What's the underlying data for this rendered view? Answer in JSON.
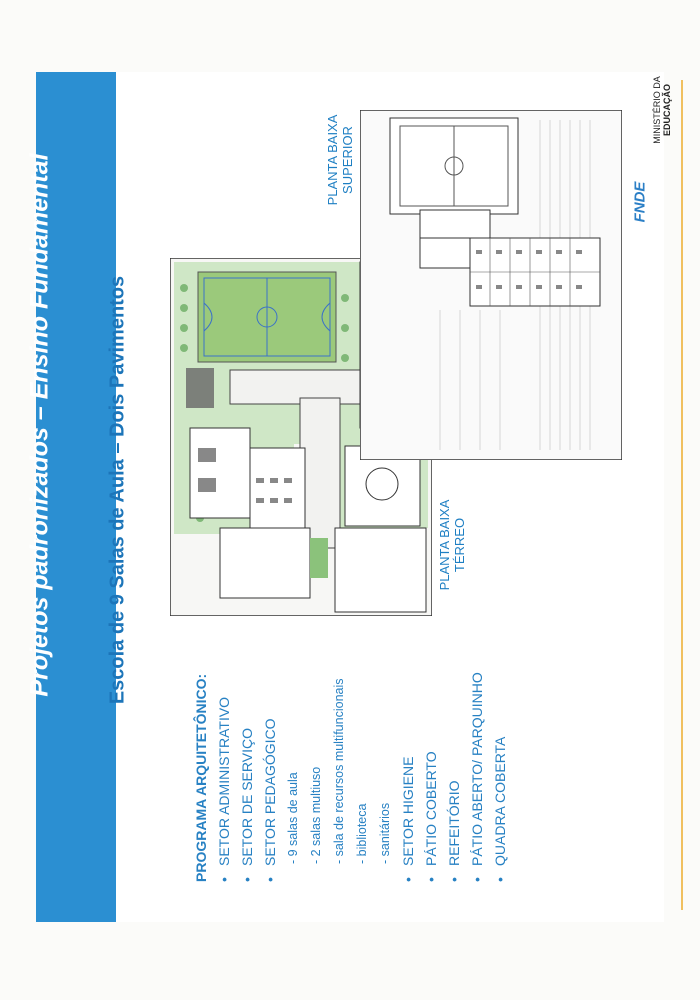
{
  "header": {
    "title": "Projetos padronizados – Ensino Fundamental"
  },
  "subtitle": "Escola de 9 Salas de Aula – Dois Pavimentos",
  "program": {
    "heading": "PROGRAMA  ARQUITETÔNICO:",
    "items": [
      {
        "label": "SETOR ADMINISTRATIVO",
        "level": 1
      },
      {
        "label": "SETOR DE SERVIÇO",
        "level": 1
      },
      {
        "label": "SETOR PEDAGÓGICO",
        "level": 1
      },
      {
        "label": "- 9 salas de aula",
        "level": 2
      },
      {
        "label": "- 2 salas multiuso",
        "level": 2
      },
      {
        "label": "- sala de recursos multifuncionais",
        "level": 2
      },
      {
        "label": "- biblioteca",
        "level": 2
      },
      {
        "label": "- sanitários",
        "level": 2
      },
      {
        "label": "SETOR HIGIENE",
        "level": 1
      },
      {
        "label": "PÁTIO COBERTO",
        "level": 1
      },
      {
        "label": "REFEITÓRIO",
        "level": 1
      },
      {
        "label": "PÁTIO ABERTO/ PARQUINHO",
        "level": 1
      },
      {
        "label": "QUADRA COBERTA",
        "level": 1
      }
    ]
  },
  "plans": {
    "ground_label_1": "PLANTA BAIXA",
    "ground_label_2": "TÉRREO",
    "upper_label_1": "PLANTA BAIXA",
    "upper_label_2": "SUPERIOR"
  },
  "logo": {
    "fnde": "FNDE",
    "ministry_1": "MINISTÉRIO DA",
    "ministry_2": "EDUCAÇÃO"
  },
  "colors": {
    "band": "#2b8fd2",
    "text_blue": "#1c75b9",
    "lawn": "#cfe7c6",
    "court": "#9bc97b"
  }
}
